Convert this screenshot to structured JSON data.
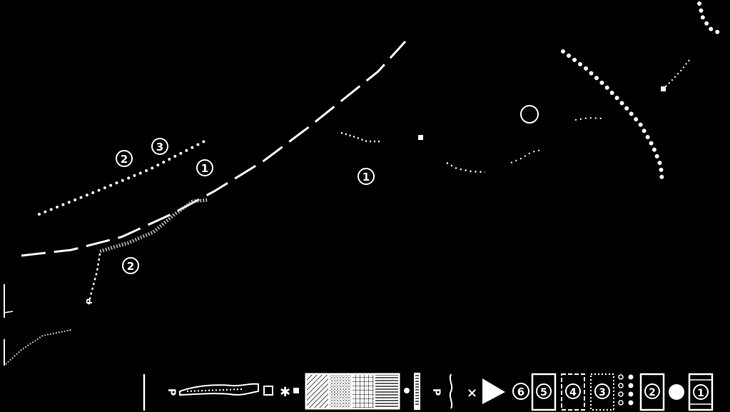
{
  "map": {
    "labels": {
      "one_a": "1",
      "one_b": "1",
      "two_a": "2",
      "two_b": "2",
      "three_a": "3",
      "letter_p_map": "P"
    },
    "legend": {
      "letter_p_1": "P",
      "letter_p_2": "P",
      "x_mark": "×",
      "n6": "6",
      "n5": "5",
      "n4": "4",
      "n3": "3",
      "n2": "2",
      "n1": "1"
    },
    "colors": {
      "background": "#000000",
      "ink": "#ffffff"
    }
  }
}
